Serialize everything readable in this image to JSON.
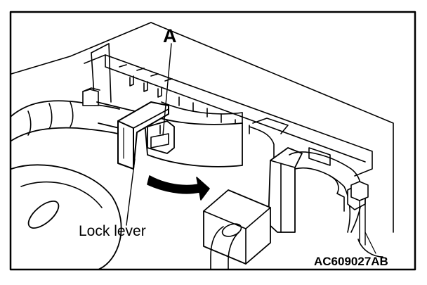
{
  "figure": {
    "callout_a": "A",
    "lock_lever_label": "Lock lever",
    "figure_code": "AC609027AB"
  },
  "icons": {
    "arrow": "curved-arrow-icon"
  }
}
